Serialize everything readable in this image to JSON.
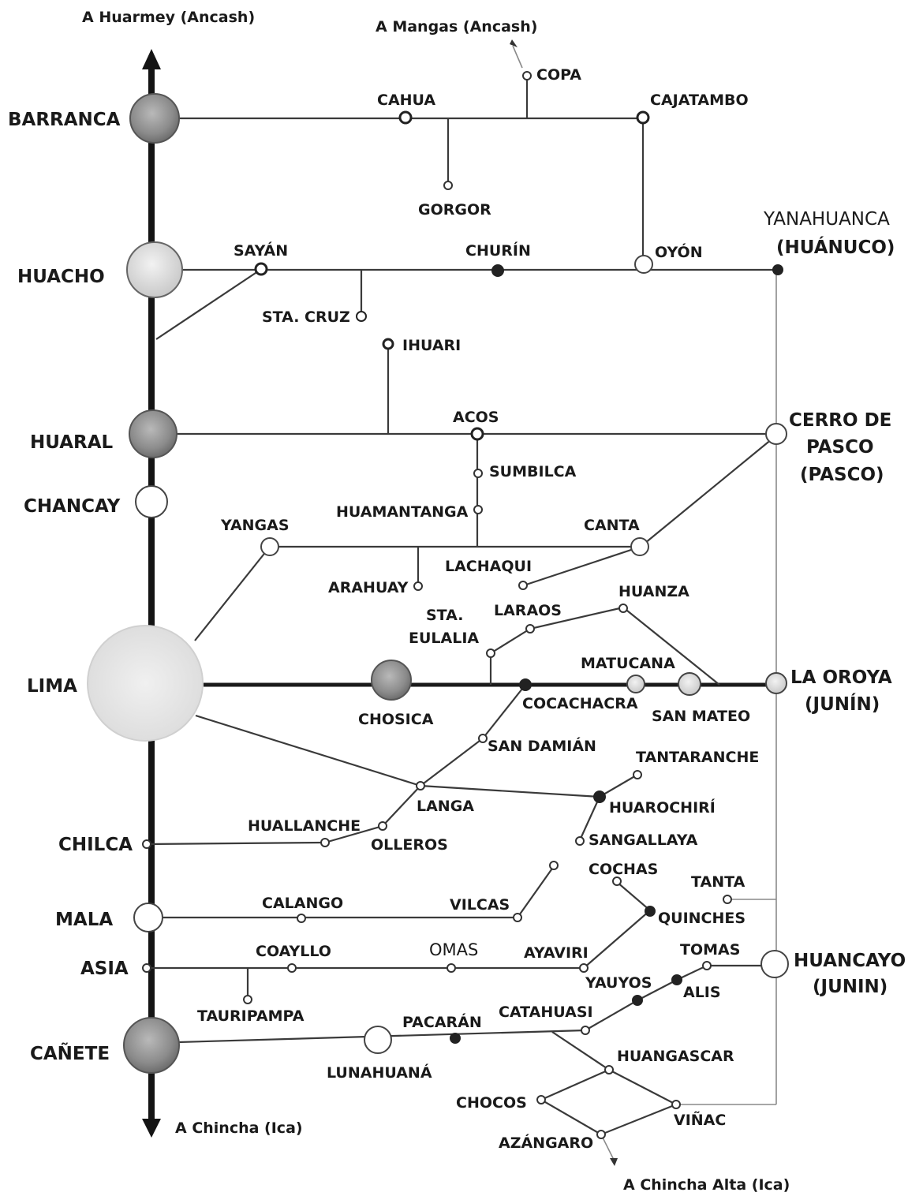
{
  "directions": {
    "north": "A Huarmey (Ancash)",
    "mangas": "A Mangas (Ancash)",
    "south": "A Chincha (Ica)",
    "chincha_alta": "A Chincha Alta (Ica)"
  },
  "places": {
    "barranca": "BARRANCA",
    "huacho": "HUACHO",
    "huaral": "HUARAL",
    "chancay": "CHANCAY",
    "lima": "LIMA",
    "chilca": "CHILCA",
    "mala": "MALA",
    "asia": "ASIA",
    "canete": "CAÑETE",
    "copa": "COPA",
    "cahua": "CAHUA",
    "cajatambo": "CAJATAMBO",
    "gorgor": "GORGOR",
    "yanahuanca": "YANAHUANCA",
    "yanahuanca_region": "(HUÁNUCO)",
    "sayan": "SAYÁN",
    "churin": "CHURÍN",
    "oyon": "OYÓN",
    "sta_cruz": "STA. CRUZ",
    "ihuari": "IHUARI",
    "acos": "ACOS",
    "cerro_de": "CERRO DE",
    "pasco": "PASCO",
    "pasco_region": "(PASCO)",
    "sumbilca": "SUMBILCA",
    "huamantanga": "HUAMANTANGA",
    "yangas": "YANGAS",
    "canta": "CANTA",
    "lachaqui": "LACHAQUI",
    "arahuay": "ARAHUAY",
    "huanza": "HUANZA",
    "laraos": "LARAOS",
    "sta": "STA.",
    "eulalia": "EULALIA",
    "matucana": "MATUCANA",
    "la_oroya": "LA OROYA",
    "la_oroya_region": "(JUNÍN)",
    "chosica": "CHOSICA",
    "cocachacra": "COCACHACRA",
    "san_mateo": "SAN MATEO",
    "san_damian": "SAN DAMIÁN",
    "tantaranche": "TANTARANCHE",
    "langa": "LANGA",
    "huarochiri": "HUAROCHIRÍ",
    "huallanche": "HUALLANCHE",
    "olleros": "OLLEROS",
    "sangallaya": "SANGALLAYA",
    "cochas": "COCHAS",
    "tanta": "TANTA",
    "calango": "CALANGO",
    "vilcas": "VILCAS",
    "quinches": "QUINCHES",
    "coayllo": "COAYLLO",
    "omas": "OMAS",
    "ayaviri": "AYAVIRI",
    "tomas": "TOMAS",
    "huancayo": "HUANCAYO",
    "huancayo_region": "(JUNIN)",
    "yauyos": "YAUYOS",
    "alis": "ALIS",
    "tauripampa": "TAURIPAMPA",
    "pacaran": "PACARÁN",
    "catahuasi": "CATAHUASI",
    "lunahuana": "LUNAHUANÁ",
    "huangascar": "HUANGASCAR",
    "chocos": "CHOCOS",
    "vinac": "VIÑAC",
    "azangaro": "AZÁNGARO"
  }
}
